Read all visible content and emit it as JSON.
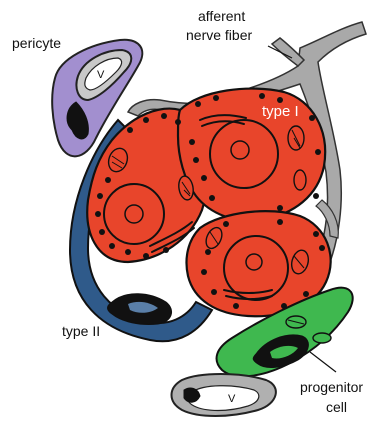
{
  "labels": {
    "afferent_line1": "afferent",
    "afferent_line2": "nerve fiber",
    "pericyte": "pericyte",
    "vessel_top": "V",
    "type_one": "type I",
    "type_two": "type II",
    "progenitor_line1": "progenitor",
    "progenitor_line2": "cell",
    "vessel_bottom": "V"
  },
  "colors": {
    "type_one_cells": "#e8452b",
    "nerve_fiber": "#a9a9a9",
    "pericyte": "#a28fcf",
    "type_two": "#2f5a8a",
    "progenitor": "#3fb84f",
    "vessel_wall": "#b0b0b0",
    "outline": "#111111"
  }
}
